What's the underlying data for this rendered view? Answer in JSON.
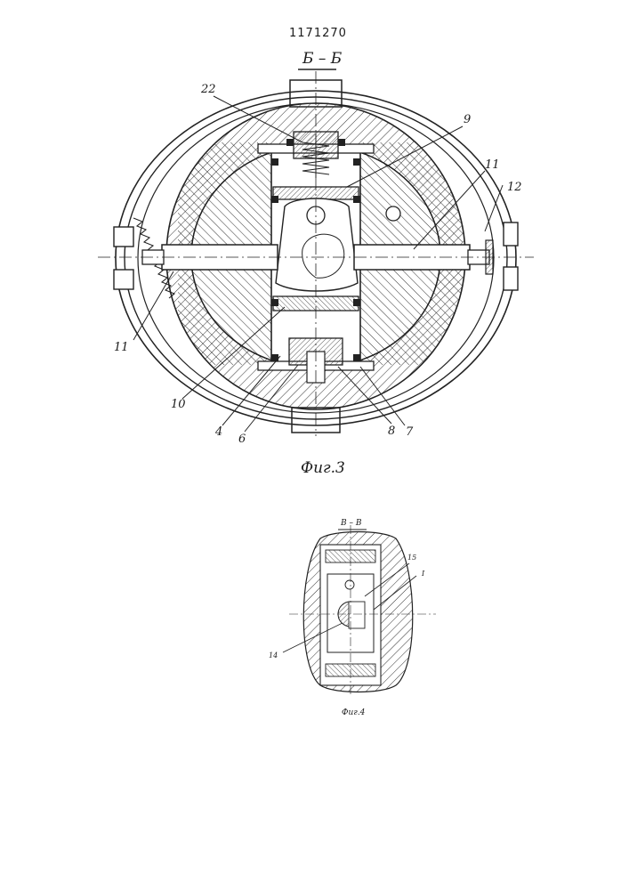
{
  "header": {
    "patent_number": "1171270"
  },
  "figure3": {
    "section_label": "Б – Б",
    "caption": "Фиг.3",
    "labels": {
      "l22": "22",
      "l9": "9",
      "l11a": "11",
      "l12": "12",
      "l11b": "11",
      "l10": "10",
      "l4": "4",
      "l6": "6",
      "l8": "8",
      "l7": "7"
    }
  },
  "figure4": {
    "section_label": "В – В",
    "caption": "Фиг.4",
    "labels": {
      "l15": "15",
      "lI": "I",
      "l14": "14"
    }
  }
}
